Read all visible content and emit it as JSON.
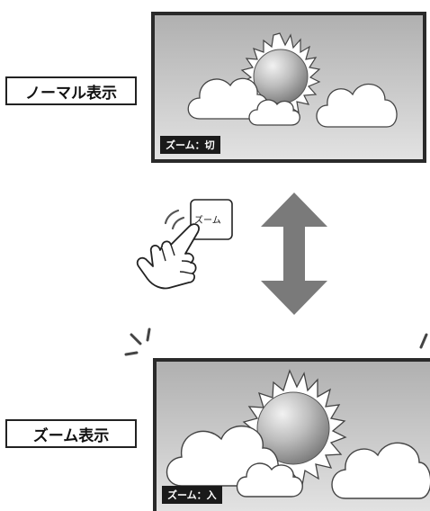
{
  "labels": {
    "normal": "ノーマル表示",
    "zoom": "ズーム表示"
  },
  "badges": {
    "normal": "ズーム：切",
    "zoom": "ズーム：入"
  },
  "zoom_key": {
    "label": "ズーム"
  },
  "colors": {
    "screen_bg_top": "#b4b4b4",
    "screen_bg_bottom": "#dcdcdc",
    "arrow": "#7a7a7a",
    "frame": "#2a2a2a",
    "badge_bg": "#1a1a1a"
  },
  "icons": {
    "sun": "sun-icon",
    "cloud": "cloud-icon",
    "hand": "pointing-hand-icon",
    "arrow": "double-arrow-icon"
  }
}
